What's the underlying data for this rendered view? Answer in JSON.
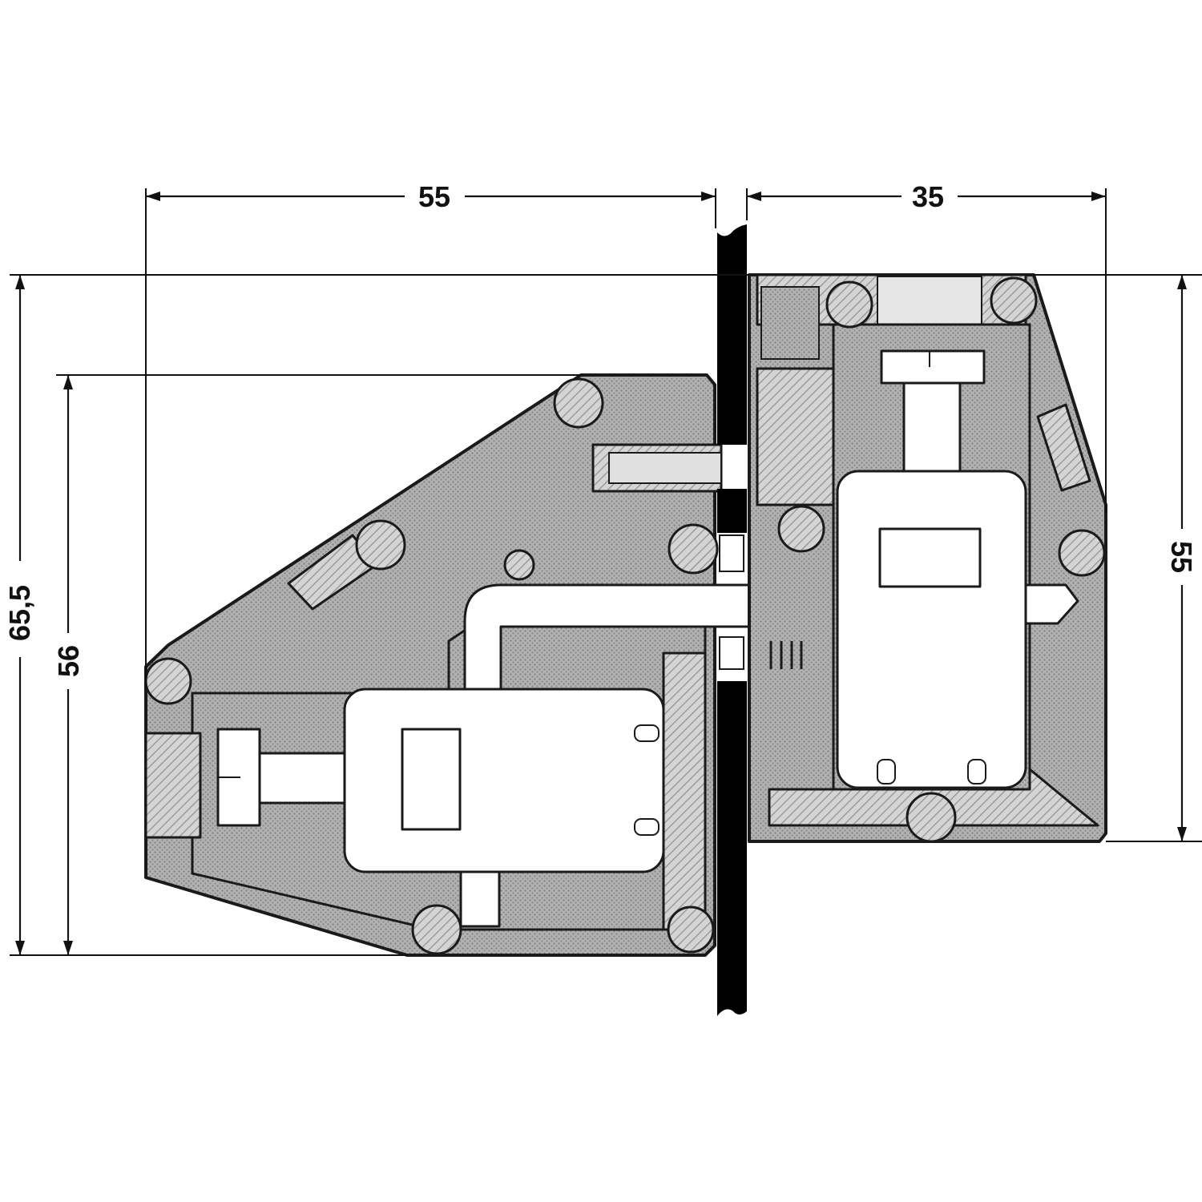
{
  "drawing": {
    "dimensions": {
      "left_width": "55",
      "right_width": "35",
      "total_height": "65,5",
      "left_height": "56",
      "right_height": "55"
    },
    "colors": {
      "body_fill": "#a3a3a3",
      "hatch_fill": "#cfcfcf",
      "insert_fill": "#ffffff",
      "panel_fill": "#000000",
      "line": "#111111"
    }
  }
}
